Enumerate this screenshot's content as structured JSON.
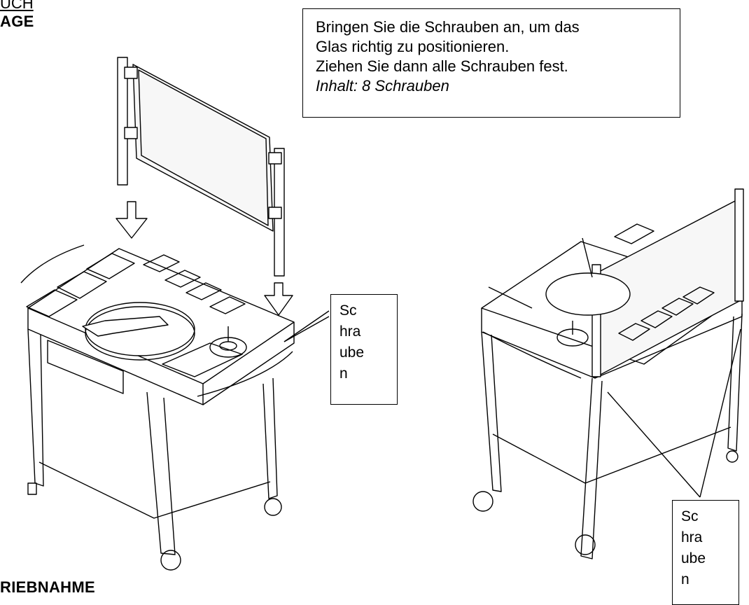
{
  "headings": {
    "top_fragment": "UCH",
    "top": "AGE",
    "bottom": "RIEBNAHME"
  },
  "note": {
    "line1": "Bringen Sie die Schrauben an, um das",
    "line2": "Glas richtig zu positionieren.",
    "line3": "Ziehen Sie dann alle Schrauben fest.",
    "line4": "Inhalt: 8 Schrauben"
  },
  "callouts": [
    {
      "lines": [
        "Sc",
        "hra",
        "ube",
        "n"
      ]
    },
    {
      "lines": [
        "Sc",
        "hra",
        "ube",
        "n"
      ]
    }
  ]
}
